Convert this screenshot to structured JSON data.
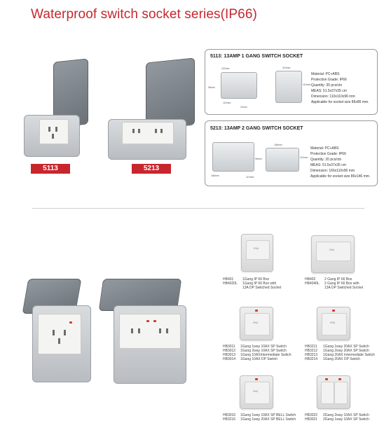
{
  "page": {
    "title": "Waterproof switch socket series(IP66)"
  },
  "products": [
    {
      "code_label": "5113"
    },
    {
      "code_label": "5213"
    }
  ],
  "spec_cards": [
    {
      "title": "5113: 13AMP 1 GANG SWITCH SOCKET",
      "lines": [
        "Material:  PC+ABS",
        "Protection Grade:  IP66",
        "Quantity:  30 pcs/ctn",
        "MEAS:  51.5x37x35 cm",
        "Dimension:  110x110x96 mm",
        "Applicable for socket size 86x86 mm."
      ],
      "dims": [
        "110mm",
        "96mm",
        "110mm",
        "22mm",
        "110mm",
        "110mm"
      ]
    },
    {
      "title": "5213: 13AMP 2 GANG SWITCH SOCKET",
      "lines": [
        "Material:  PC+ABS",
        "Protection Grade:  IP66",
        "Quantity:  20 pcs/ctn",
        "MEAS:  51.5x37x35 cm",
        "Dimension:  166x110x96 mm",
        "Applicable for socket size 86x146 mm."
      ],
      "dims": [
        "166mm",
        "110mm",
        "96mm",
        "166mm",
        "110mm"
      ]
    }
  ],
  "modules": [
    {
      "face_label": "IP66",
      "codes": [
        "HB401",
        "HB4020L"
      ],
      "desc": [
        "1Gang IP 66 Box",
        "1Gang IP 66 Box with",
        "13A DP Switched Socket"
      ]
    },
    {
      "face_label": "IP66",
      "codes": [
        "HB402",
        "HB4040L"
      ],
      "desc": [
        "2 Gang IP 66 Box",
        "2 Gang IP 66 Box with",
        "13A DP Switched Socket"
      ]
    },
    {
      "face_label": "IP66",
      "codes": [
        "HB3011",
        "HB3012",
        "HB3013",
        "HB3014"
      ],
      "desc": [
        "1Gang 1way 10AX SP Switch",
        "1Gang 2way 10AX SP Switch",
        "1Gang 10AXIntermediate Switch",
        "1Gang 10AX DP Switch"
      ]
    },
    {
      "face_label": "IP66",
      "codes": [
        "HB3211",
        "HB3212",
        "HB3213",
        "HB3214"
      ],
      "desc": [
        "1Gang 1way 20AX SP Switch",
        "1Gang 2way 20AX SP Switch",
        "1Gang 20AX Intermediate Switch",
        "1Gang 20AX DP Switch"
      ]
    },
    {
      "face_label": "IP66",
      "codes": [
        "HB3016",
        "HB3216"
      ],
      "desc": [
        "1Gang 1way 10AX SP BELL Switch",
        "1Gang 1way 20AX SP BELL Switch"
      ]
    },
    {
      "face_label": "",
      "codes": [
        "HB3022",
        "HB3021"
      ],
      "desc": [
        "2Gang 2way 10AX SP Switch",
        "2Gang 1way 10AX SP Switch"
      ]
    }
  ],
  "colors": {
    "accent": "#c8262d",
    "lid": "#6a7177",
    "body": "#c6cacd"
  }
}
